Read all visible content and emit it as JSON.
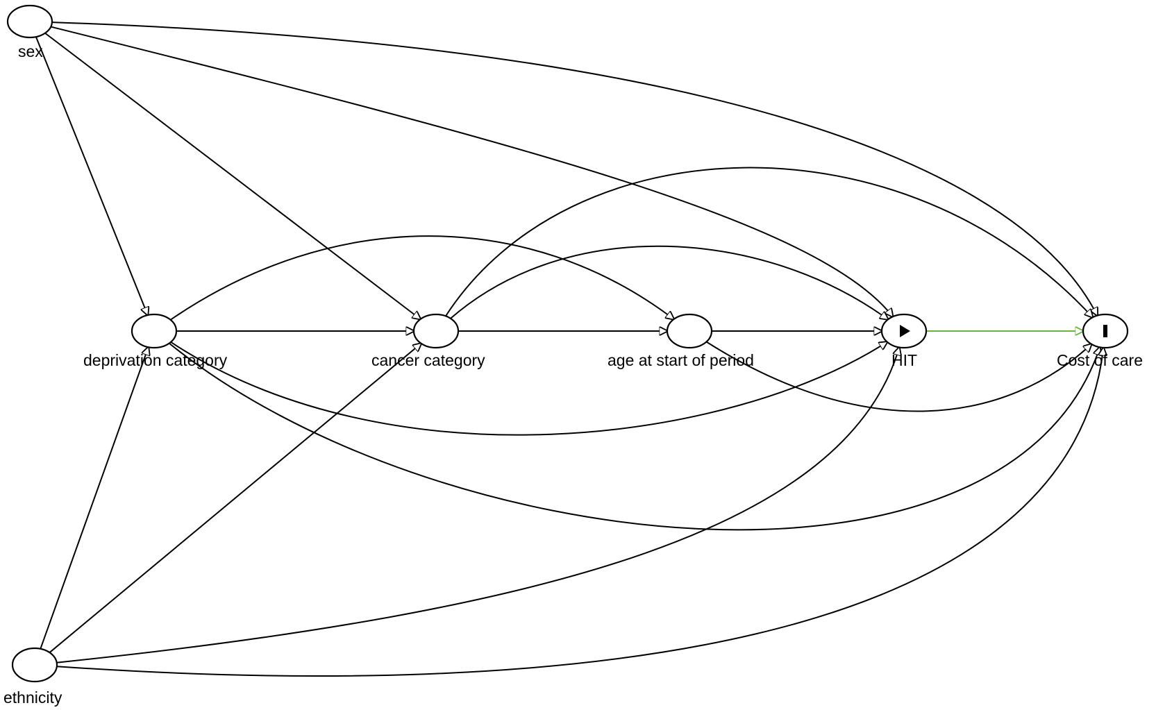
{
  "diagram": {
    "type": "causal-dag",
    "colors": {
      "edge": "#000000",
      "causal_edge": "#6ab43e",
      "exposure_fill": "#c5d94a",
      "outcome_fill": "#4ba6dc",
      "node_fill": "#ffffff"
    },
    "nodes": [
      {
        "id": "sex",
        "label": "sex",
        "role": "adjusted"
      },
      {
        "id": "deprivation",
        "label": "deprivation category",
        "role": "adjusted"
      },
      {
        "id": "cancer",
        "label": "cancer category",
        "role": "adjusted"
      },
      {
        "id": "age",
        "label": "age at start of period",
        "role": "adjusted"
      },
      {
        "id": "hit",
        "label": "HIT",
        "role": "exposure",
        "icon": "play-icon"
      },
      {
        "id": "cost",
        "label": "Cost of care",
        "role": "outcome",
        "icon": "bar-icon"
      },
      {
        "id": "ethnicity",
        "label": "ethnicity",
        "role": "adjusted"
      }
    ],
    "edges": [
      {
        "from": "sex",
        "to": "deprivation"
      },
      {
        "from": "sex",
        "to": "cancer"
      },
      {
        "from": "sex",
        "to": "hit"
      },
      {
        "from": "sex",
        "to": "cost"
      },
      {
        "from": "deprivation",
        "to": "cancer"
      },
      {
        "from": "deprivation",
        "to": "age"
      },
      {
        "from": "deprivation",
        "to": "hit"
      },
      {
        "from": "deprivation",
        "to": "cost"
      },
      {
        "from": "cancer",
        "to": "age"
      },
      {
        "from": "cancer",
        "to": "hit"
      },
      {
        "from": "cancer",
        "to": "cost"
      },
      {
        "from": "age",
        "to": "hit"
      },
      {
        "from": "age",
        "to": "cost"
      },
      {
        "from": "ethnicity",
        "to": "deprivation"
      },
      {
        "from": "ethnicity",
        "to": "cancer"
      },
      {
        "from": "ethnicity",
        "to": "hit"
      },
      {
        "from": "ethnicity",
        "to": "cost"
      },
      {
        "from": "hit",
        "to": "cost",
        "causal": true
      }
    ]
  }
}
